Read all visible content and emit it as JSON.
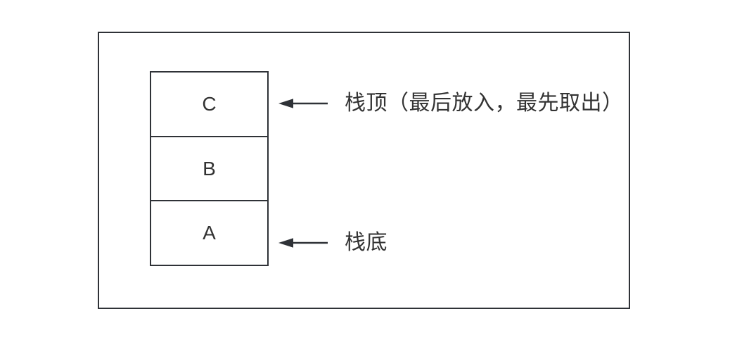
{
  "diagram": {
    "type": "stack-structure-diagram",
    "stack": {
      "cells": [
        {
          "label": "C"
        },
        {
          "label": "B"
        },
        {
          "label": "A"
        }
      ]
    },
    "annotations": {
      "top_label": "栈顶（最后放入，最先取出）",
      "bottom_label": "栈底"
    },
    "icons": {
      "top_arrow": "left-arrow-icon",
      "bottom_arrow": "left-arrow-icon"
    },
    "colors": {
      "line": "#2f3237",
      "text": "#333333",
      "background": "#ffffff"
    }
  }
}
